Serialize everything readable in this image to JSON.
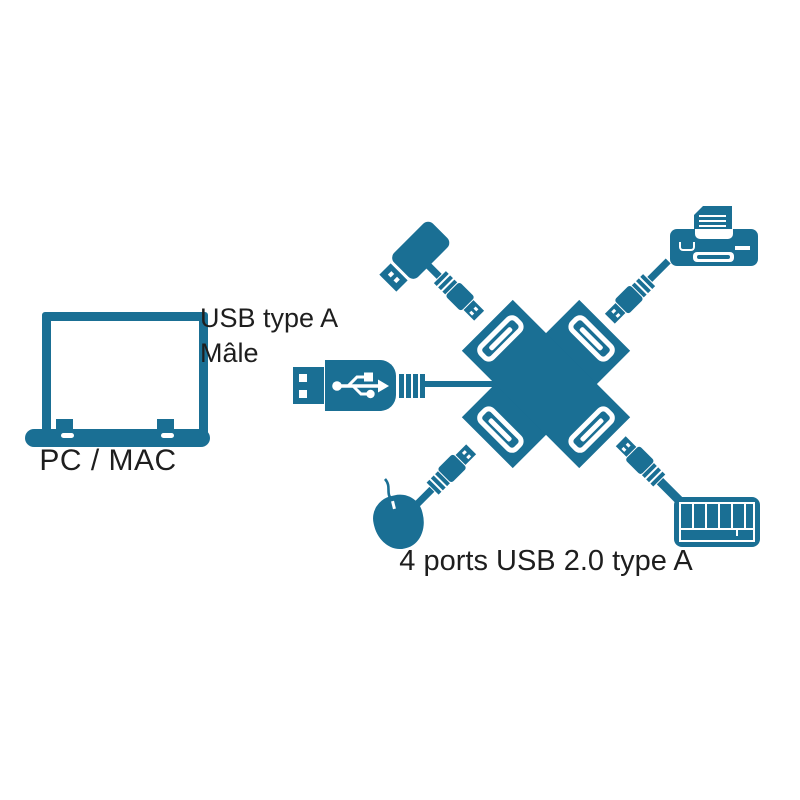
{
  "colors": {
    "accent": "#1a6f94",
    "text": "#1e1e1e",
    "background": "#ffffff"
  },
  "host": {
    "label": "PC / MAC",
    "icon": "laptop-icon"
  },
  "upstream": {
    "label": "USB type A\nMâle",
    "icon": "usb-a-male-plug-icon",
    "symbol": "usb-trident-icon"
  },
  "hub": {
    "caption": "4 ports USB 2.0\ntype A",
    "icon": "usb-hub-cross-icon",
    "port_count": 4,
    "port_icon": "usb-port-icon"
  },
  "devices": [
    {
      "name": "usb-flash-drive",
      "icon": "flash-drive-icon",
      "position": "top-left"
    },
    {
      "name": "printer",
      "icon": "printer-icon",
      "position": "top-right"
    },
    {
      "name": "mouse",
      "icon": "mouse-icon",
      "position": "bottom-left"
    },
    {
      "name": "keyboard",
      "icon": "keyboard-icon",
      "position": "bottom-right"
    }
  ],
  "cable_plug_icon": "usb-cable-plug-icon"
}
